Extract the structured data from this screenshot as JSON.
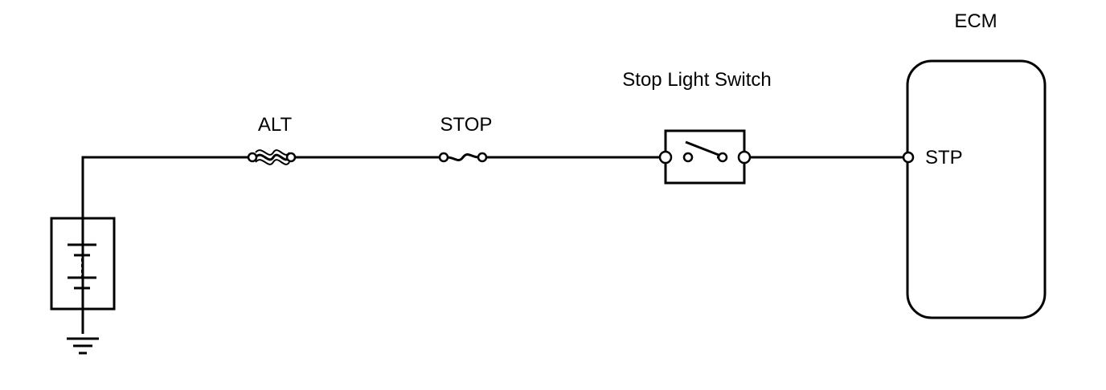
{
  "diagram": {
    "labels": {
      "alt_fuse": "ALT",
      "stop_fuse": "STOP",
      "switch": "Stop Light Switch",
      "ecm": "ECM",
      "ecm_pin": "STP"
    },
    "line_color": "#000000",
    "background": "#ffffff"
  }
}
